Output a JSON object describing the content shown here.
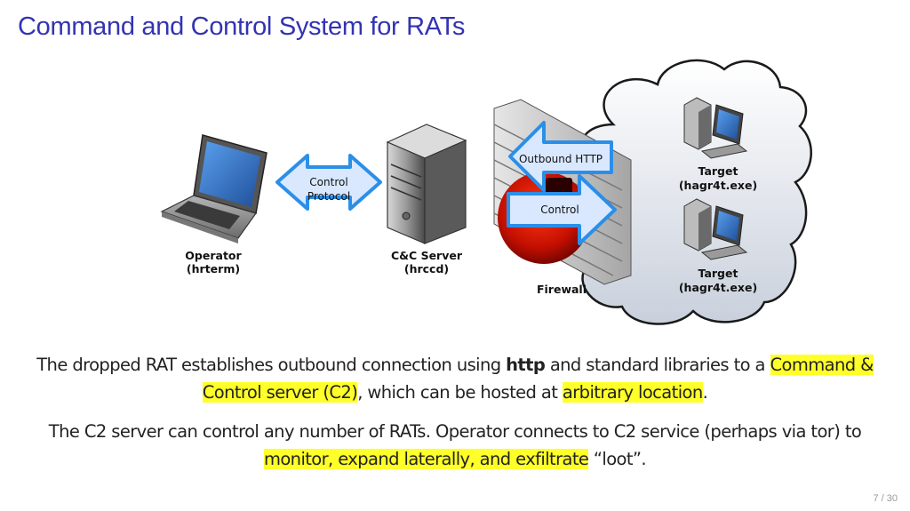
{
  "slide": {
    "title": "Command and Control System for RATs",
    "page_number": "7 / 30"
  },
  "diagram": {
    "operator": {
      "name": "Operator",
      "process": "(hrterm)"
    },
    "cc_server": {
      "name": "C&C Server",
      "process": "(hrccd)"
    },
    "firewall": {
      "name": "Firewall"
    },
    "target1": {
      "name": "Target",
      "process": "(hagr4t.exe)"
    },
    "target2": {
      "name": "Target",
      "process": "(hagr4t.exe)"
    },
    "control_protocol_arrow": {
      "line1": "Control",
      "line2": "Protocol"
    },
    "outbound_arrow": {
      "label": "Outbound HTTP"
    },
    "control_arrow": {
      "label": "Control"
    }
  },
  "paragraph1": {
    "part1": "The dropped RAT establishes outbound connection using ",
    "bold": "http",
    "part2": " and standard libraries to a ",
    "highlight1": "Command & Control server (C2)",
    "part3": ", which can be hosted at ",
    "highlight2": "arbitrary location",
    "part4": "."
  },
  "paragraph2": {
    "part1": "The C2 server can control any number of RATs. Operator connects to C2 service (perhaps via tor) to ",
    "highlight": "monitor, expand laterally, and exfiltrate",
    "part2": " “loot”."
  },
  "colors": {
    "title": "#3333b3",
    "highlight": "#ffff2a",
    "arrow_fill": "#d9e8ff",
    "arrow_stroke": "#2b8fe8",
    "cloud_fill": "#d8dee8",
    "firewall_red": "#cc1100"
  }
}
